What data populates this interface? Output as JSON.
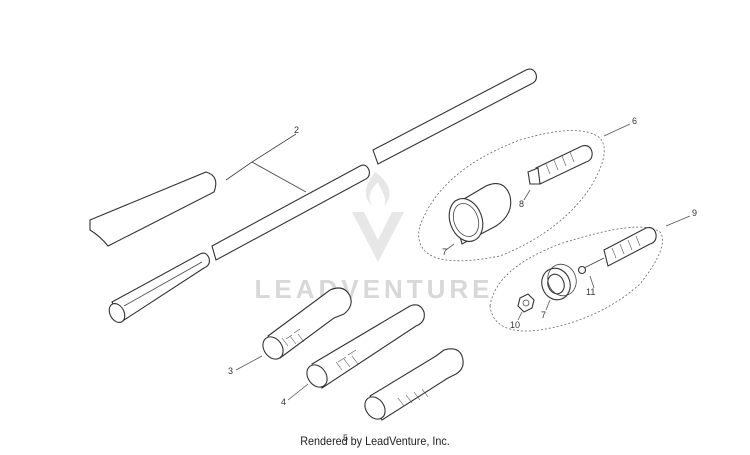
{
  "watermark": {
    "text": "LEADVENTURE",
    "icon": "leadventure-logo-icon"
  },
  "credit": "Rendered by LeadVenture, Inc.",
  "callouts": {
    "c2": "2",
    "c3": "3",
    "c4": "4",
    "c5": "5",
    "c6": "6",
    "c7": "7",
    "c8": "8",
    "c9": "9",
    "c10": "10",
    "c11": "11"
  }
}
